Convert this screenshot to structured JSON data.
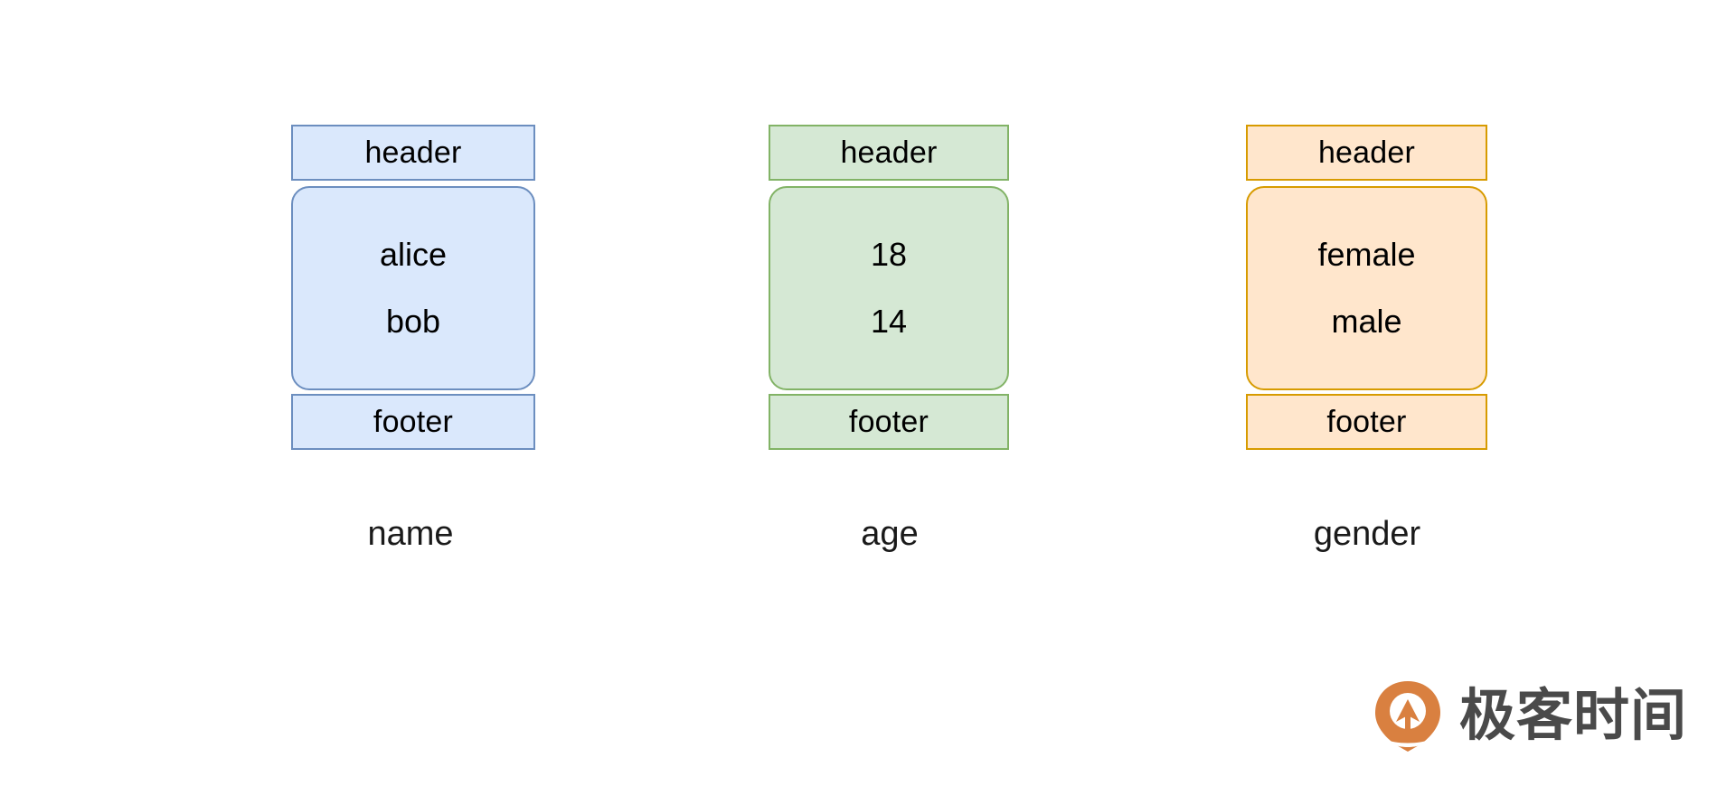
{
  "diagram": {
    "title": "columnar-storage-layout",
    "columns": [
      {
        "id": "name",
        "label": "name",
        "accent_fill": "#dae8fc",
        "accent_border": "#6c8ebf",
        "header_label": "header",
        "footer_label": "footer",
        "cells": [
          "alice",
          "bob"
        ]
      },
      {
        "id": "age",
        "label": "age",
        "accent_fill": "#d5e8d4",
        "accent_border": "#82b366",
        "header_label": "header",
        "footer_label": "footer",
        "cells": [
          "18",
          "14"
        ]
      },
      {
        "id": "gender",
        "label": "gender",
        "accent_fill": "#ffe6cc",
        "accent_border": "#d79b00",
        "header_label": "header",
        "footer_label": "footer",
        "cells": [
          "female",
          "male"
        ]
      }
    ]
  },
  "watermark": {
    "text": "极客时间",
    "mark_icon": "geektime-pin-logo",
    "mark_color": "#d98040",
    "text_color": "#4a4a4a"
  }
}
